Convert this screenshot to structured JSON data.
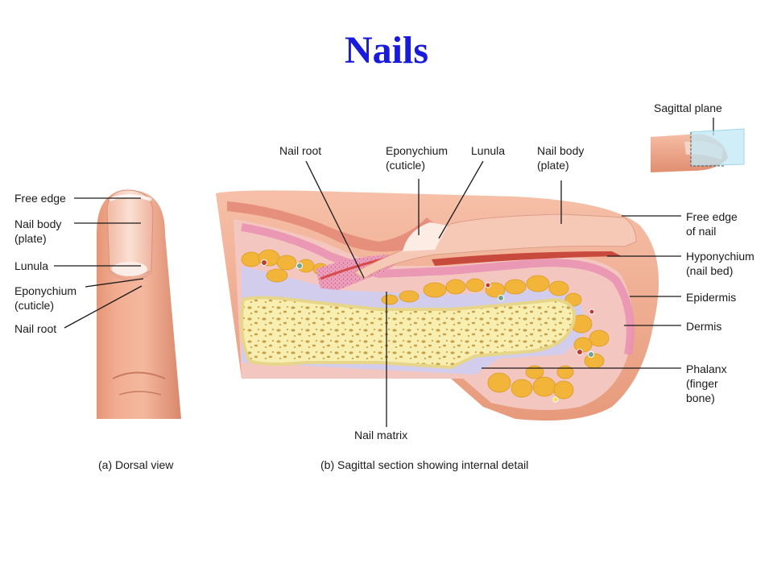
{
  "title": "Nails",
  "dorsal": {
    "labels": {
      "free_edge": "Free edge",
      "nail_body_1": "Nail body",
      "nail_body_2": "(plate)",
      "lunula": "Lunula",
      "eponychium_1": "Eponychium",
      "eponychium_2": "(cuticle)",
      "nail_root": "Nail root"
    },
    "caption": "(a) Dorsal view"
  },
  "sagittal": {
    "top_labels": {
      "nail_root": "Nail root",
      "eponychium_1": "Eponychium",
      "eponychium_2": "(cuticle)",
      "lunula": "Lunula",
      "nail_body_1": "Nail body",
      "nail_body_2": "(plate)"
    },
    "right_labels": {
      "free_edge_1": "Free edge",
      "free_edge_2": "of nail",
      "hyponychium_1": "Hyponychium",
      "hyponychium_2": "(nail bed)",
      "epidermis": "Epidermis",
      "dermis": "Dermis",
      "phalanx_1": "Phalanx",
      "phalanx_2": "(finger",
      "phalanx_3": "bone)"
    },
    "bottom_labels": {
      "nail_matrix": "Nail matrix"
    },
    "inset_label": "Sagittal plane",
    "caption": "(b) Sagittal section showing internal detail"
  },
  "colors": {
    "title": "#1a1adf",
    "skin": "#f0a88a",
    "skin_dark": "#d9876a",
    "nail": "#f6c9b6",
    "dermis": "#f3c2b2",
    "fat": "#f2b53a",
    "bone": "#f7eeb0",
    "bone_spongy": "#c9a04a",
    "epidermis": "#e98fb3",
    "matrix": "#e04050",
    "ligament": "#c9c3e8",
    "plane": "#bfe9f6"
  }
}
